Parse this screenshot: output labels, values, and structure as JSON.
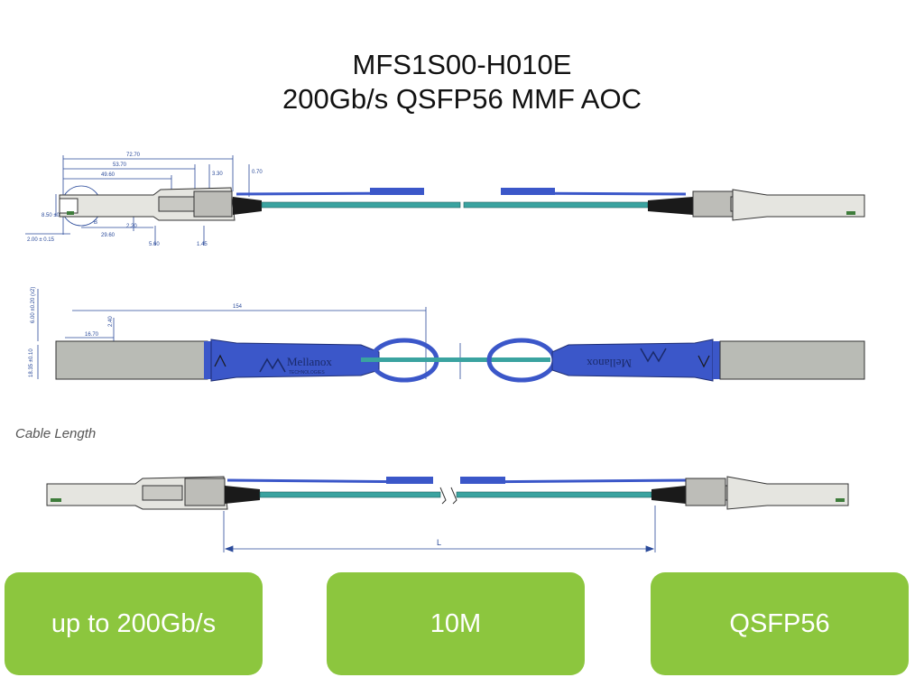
{
  "title": {
    "line1": "MFS1S00-H010E",
    "line2": "200Gb/s QSFP56 MMF AOC"
  },
  "top_view": {
    "dimensions": [
      "72.70",
      "53.70",
      "49.60",
      "3.30",
      "0.70",
      "8.50 ±0.10",
      "29.60",
      "2.00 ± 0.15",
      "2.20",
      "5.60",
      "1.45",
      "B"
    ]
  },
  "bottom_view": {
    "dimensions": [
      "6.00 ±0.20 (x2)",
      "154",
      "2.40",
      "16.70",
      "18.35 ±0.10"
    ],
    "brand_label": "Mellanox",
    "brand_sub": "TECHNOLOGIES"
  },
  "length_view": {
    "caption": "Cable Length",
    "length_label": "L"
  },
  "spec_cards": {
    "speed": "up to 200Gb/s",
    "length": "10M",
    "form_factor": "QSFP56"
  },
  "colors": {
    "card_green": "#8cc63e",
    "cable_teal": "#3aa3a0",
    "connector_blue": "#3b57c9",
    "shell_gray": "#b9bbb5",
    "dimension_blue": "#2a4a9a"
  }
}
